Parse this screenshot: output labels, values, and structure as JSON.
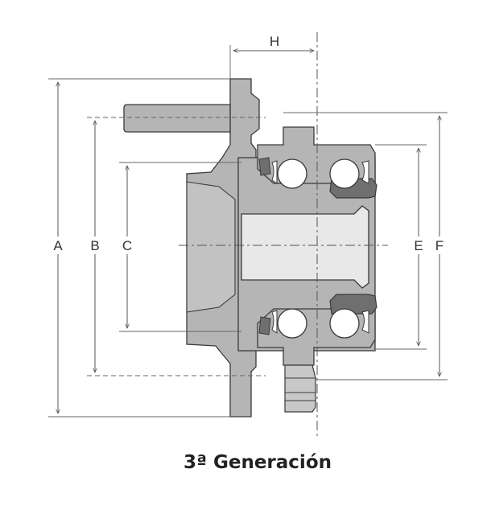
{
  "dimensions": {
    "A": "A",
    "B": "B",
    "C": "C",
    "E": "E",
    "F": "F",
    "H": "H"
  },
  "caption": "3ª Generación",
  "colors": {
    "body": "#b5b5b5",
    "bore": "#e8e8e8",
    "seal": "#6f6f6f",
    "outline": "#3a3a3a",
    "dimension_line": "#555555"
  }
}
